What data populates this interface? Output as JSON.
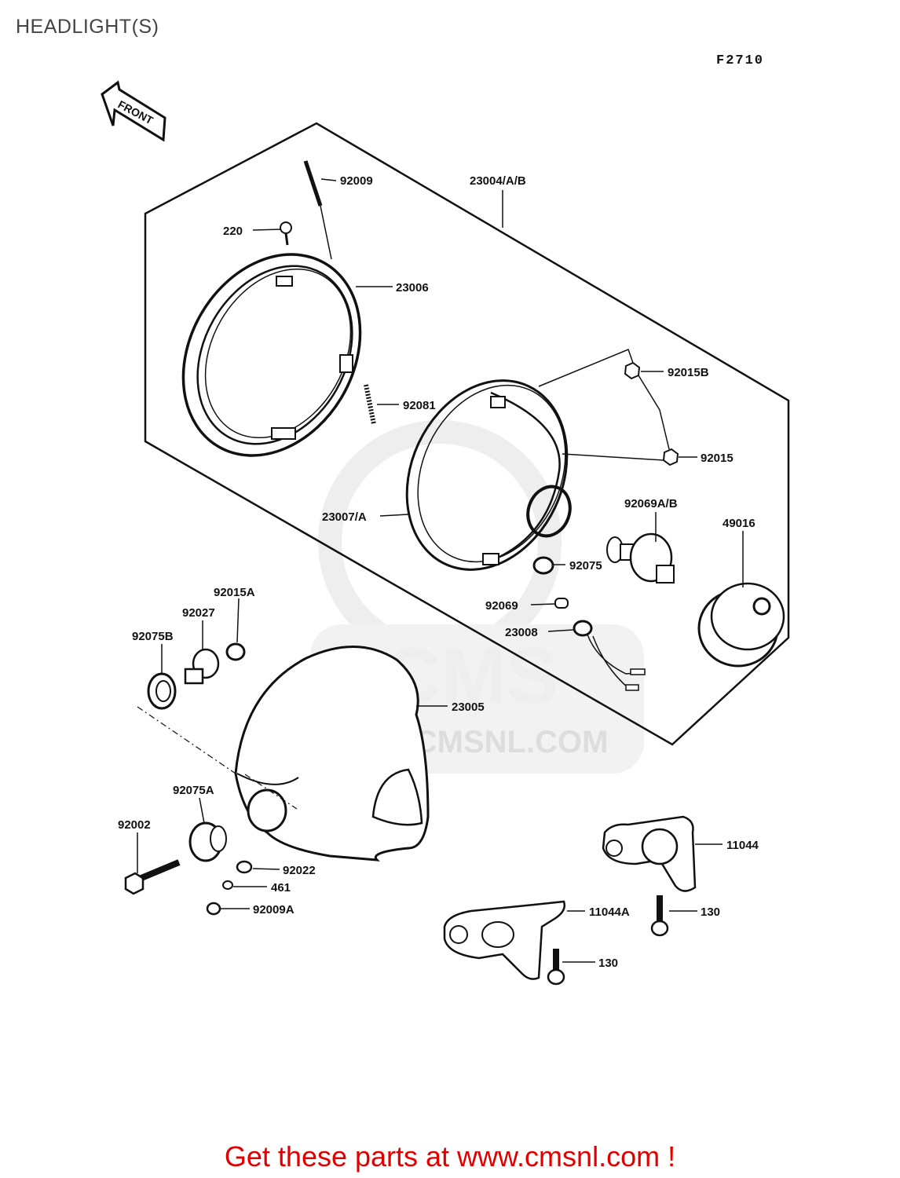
{
  "page": {
    "title": "HEADLIGHT(S)"
  },
  "diagram": {
    "code": "F2710",
    "front_arrow": "FRONT",
    "watermark": {
      "brand": "CMS",
      "url": "WWW.CMSNL.COM"
    },
    "parts": [
      {
        "id": "92009",
        "label": "92009"
      },
      {
        "id": "23004",
        "label": "23004/A/B"
      },
      {
        "id": "220",
        "label": "220"
      },
      {
        "id": "23006",
        "label": "23006"
      },
      {
        "id": "92015B",
        "label": "92015B"
      },
      {
        "id": "92081",
        "label": "92081"
      },
      {
        "id": "92015",
        "label": "92015"
      },
      {
        "id": "23007",
        "label": "23007/A"
      },
      {
        "id": "92069AB",
        "label": "92069A/B"
      },
      {
        "id": "49016",
        "label": "49016"
      },
      {
        "id": "92075",
        "label": "92075"
      },
      {
        "id": "92069",
        "label": "92069"
      },
      {
        "id": "23008",
        "label": "23008"
      },
      {
        "id": "92015A",
        "label": "92015A"
      },
      {
        "id": "92027",
        "label": "92027"
      },
      {
        "id": "92075B",
        "label": "92075B"
      },
      {
        "id": "23005",
        "label": "23005"
      },
      {
        "id": "92075A",
        "label": "92075A"
      },
      {
        "id": "92002",
        "label": "92002"
      },
      {
        "id": "92022",
        "label": "92022"
      },
      {
        "id": "461",
        "label": "461"
      },
      {
        "id": "92009A",
        "label": "92009A"
      },
      {
        "id": "11044",
        "label": "11044"
      },
      {
        "id": "11044A",
        "label": "11044A"
      },
      {
        "id": "130a",
        "label": "130"
      },
      {
        "id": "130b",
        "label": "130"
      }
    ]
  },
  "footer": {
    "link_text": "Get these parts at www.cmsnl.com !"
  }
}
